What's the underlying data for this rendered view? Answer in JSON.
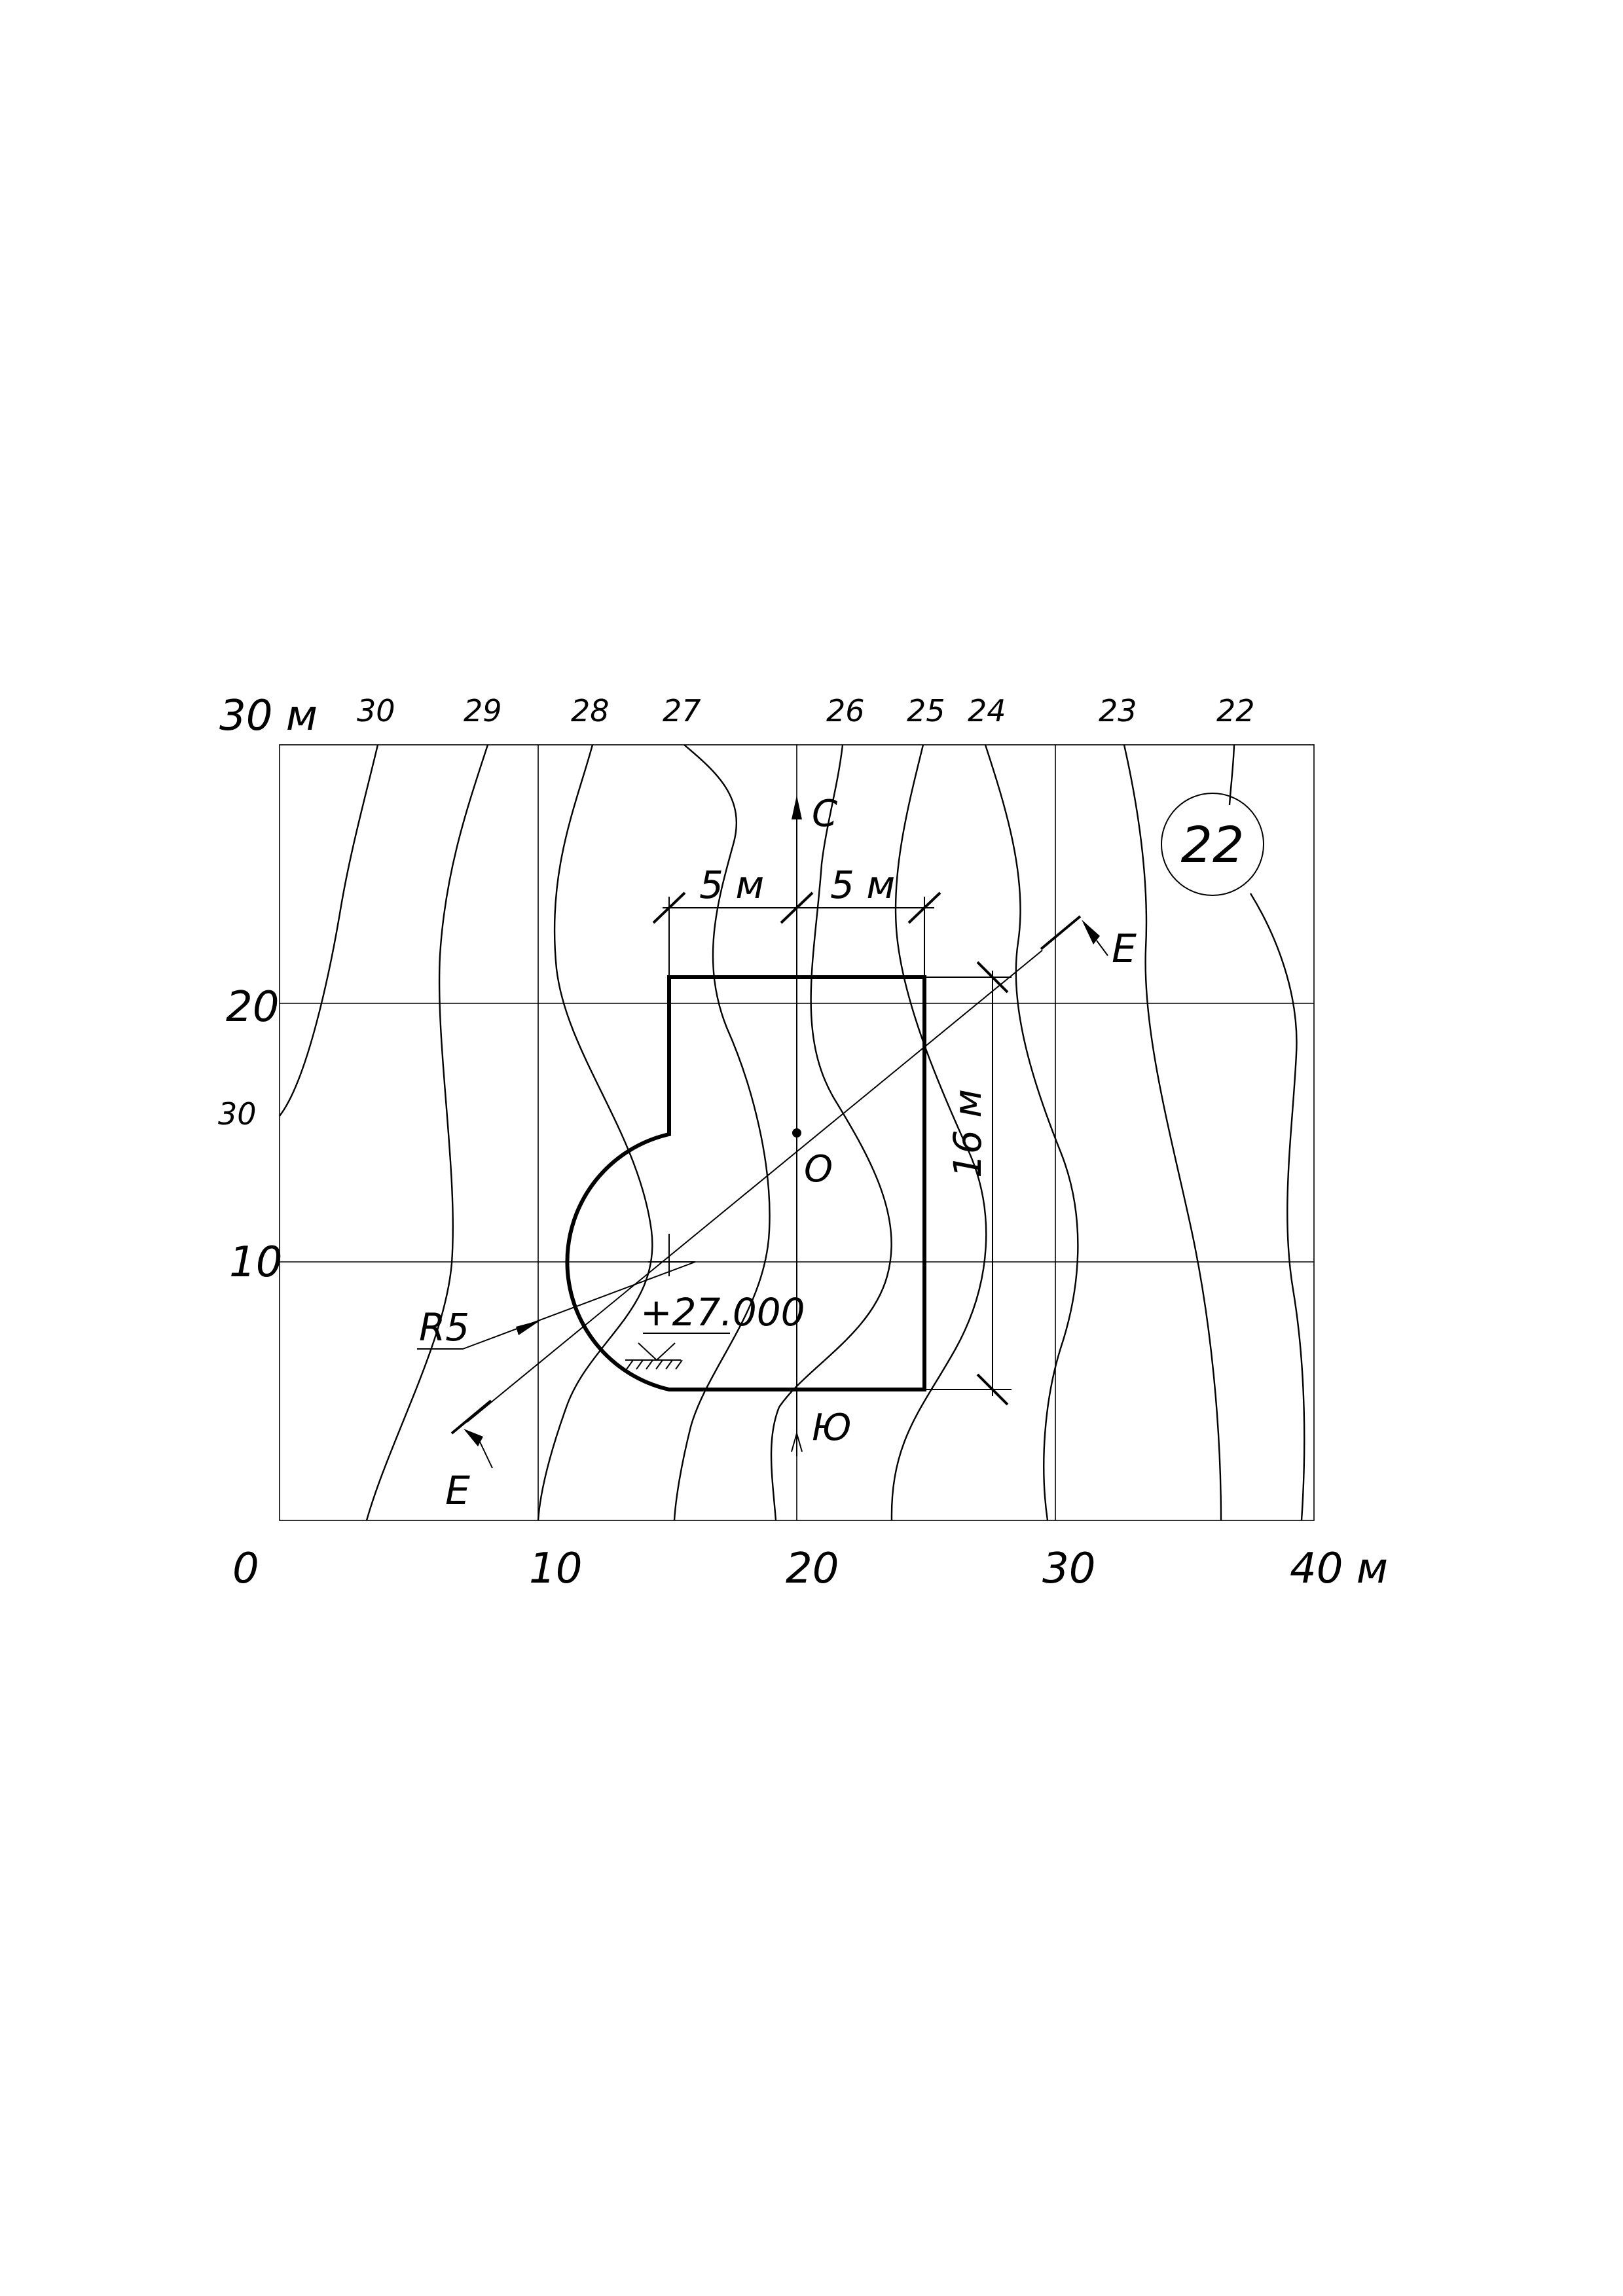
{
  "axes": {
    "x_ticks": [
      "0",
      "10",
      "20",
      "30",
      "40 м"
    ],
    "y_ticks": [
      "30 м",
      "20",
      "10"
    ]
  },
  "contour_labels_top": [
    "30",
    "29",
    "28",
    "27",
    "26",
    "25",
    "24",
    "23",
    "22"
  ],
  "contour_label_left": "30",
  "variant_number": "22",
  "north_label": "С",
  "south_label": "Ю",
  "center_label": "О",
  "section_label_upper": "Е",
  "section_label_lower": "Е",
  "dimensions": {
    "left_width": "5 м",
    "right_width": "5 м",
    "height": "16 м",
    "radius": "R5"
  },
  "elevation_mark": "+27.000"
}
